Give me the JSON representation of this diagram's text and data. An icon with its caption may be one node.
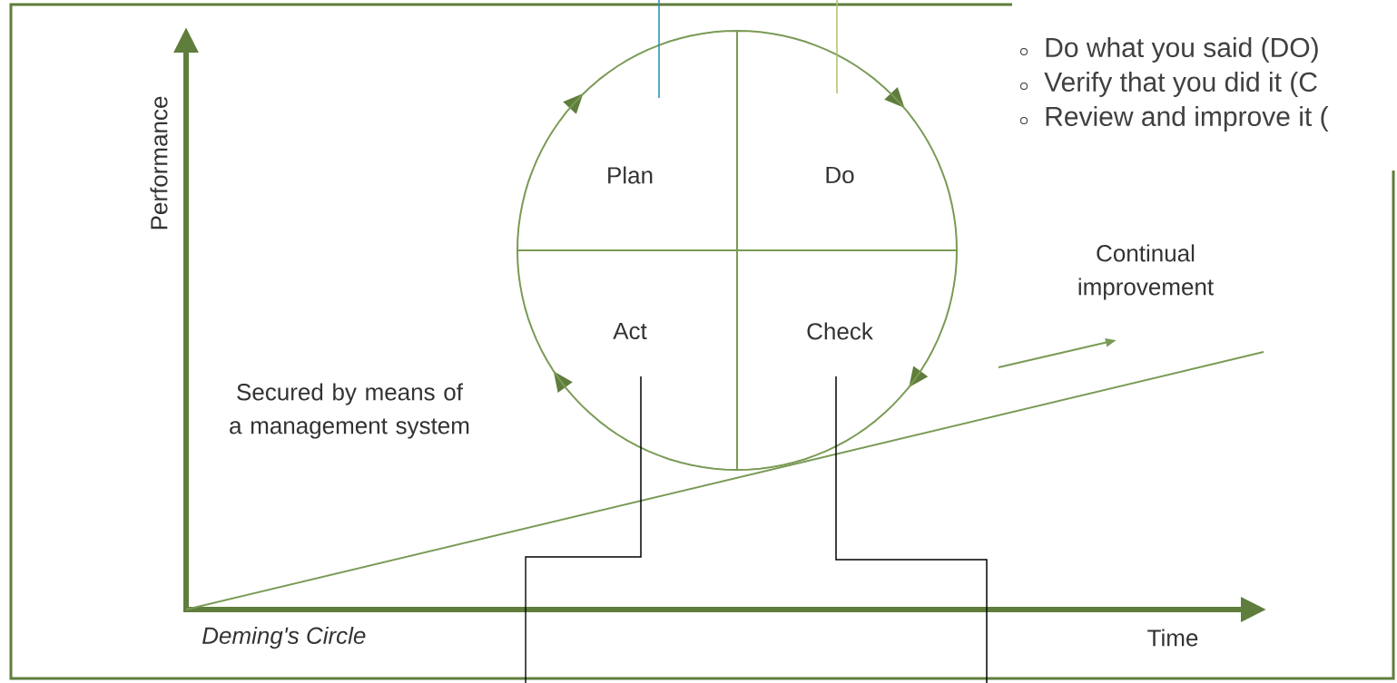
{
  "diagram": {
    "nodes": [
      {
        "text": [
          "Plan"
        ]
      },
      {
        "text": [
          "Do"
        ]
      },
      {
        "text": [
          "Act"
        ]
      },
      {
        "text": [
          "Check"
        ]
      }
    ],
    "edges": [
      {
        "from": null,
        "to": 0,
        "arrow": "none",
        "color": "#1f8fb0"
      },
      {
        "from": null,
        "to": 1,
        "arrow": "none",
        "color": "#a9c26a"
      },
      {
        "from": 2,
        "to": null,
        "arrow": "none"
      },
      {
        "from": 3,
        "to": null,
        "arrow": "none"
      }
    ],
    "labels": [
      "Do what you said (DO)",
      "Verify that you did it (C",
      "Review and improve it (",
      "Performance",
      "Continual improvement",
      "Secured by means of a management system",
      "Deming's Circle",
      "Time"
    ]
  }
}
